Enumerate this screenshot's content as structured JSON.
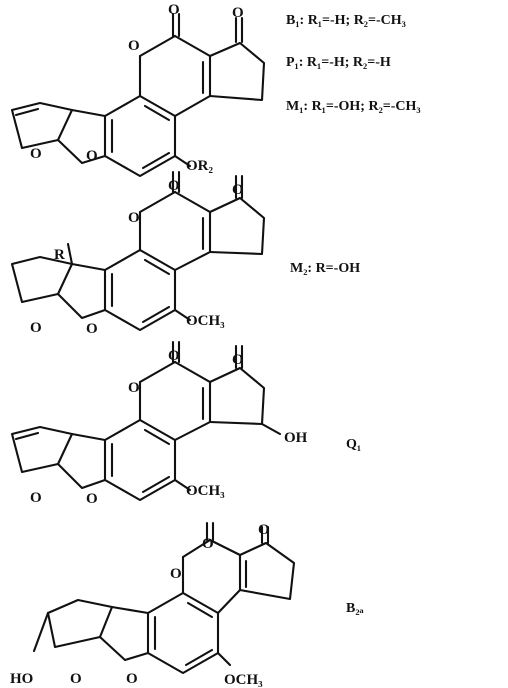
{
  "figure": {
    "compounds": [
      {
        "id": "s1",
        "atoms": {
          "o_ring": "O",
          "o_pyran": "O",
          "o_carbonyl_lactone": "O",
          "o_ketone": "O",
          "o_furan1": "O",
          "o_furan2": "O",
          "substituent": "OR₂"
        },
        "notes": [
          "B₁: R₁=-H; R₂=-CH₃",
          "P₁: R₁=-H; R₂=-H",
          "M₁: R₁=-OH; R₂=-CH₃"
        ]
      },
      {
        "id": "s2",
        "atoms": {
          "r_label": "R",
          "o_ring": "O",
          "o_pyran": "O",
          "o_carbonyl_lactone": "O",
          "o_ketone": "O",
          "o_furan1": "O",
          "o_furan2": "O",
          "substituent": "OCH₃"
        },
        "label": "M₂: R=-OH"
      },
      {
        "id": "s3",
        "atoms": {
          "o_ring": "O",
          "o_pyran": "O",
          "o_carbonyl_lactone": "O",
          "o_ketone": "O",
          "o_furan1": "O",
          "o_furan2": "O",
          "substituent": "OCH₃",
          "hydroxyl": "OH"
        },
        "label": "Q₁"
      },
      {
        "id": "s4",
        "atoms": {
          "o_ring": "O",
          "o_pyran": "O",
          "o_carbonyl_lactone": "O",
          "o_ketone": "O",
          "o_furan1": "O",
          "o_furan2": "O",
          "substituent": "OCH₃",
          "hydroxyl": "HO"
        },
        "label": "B₂ₐ"
      }
    ]
  }
}
